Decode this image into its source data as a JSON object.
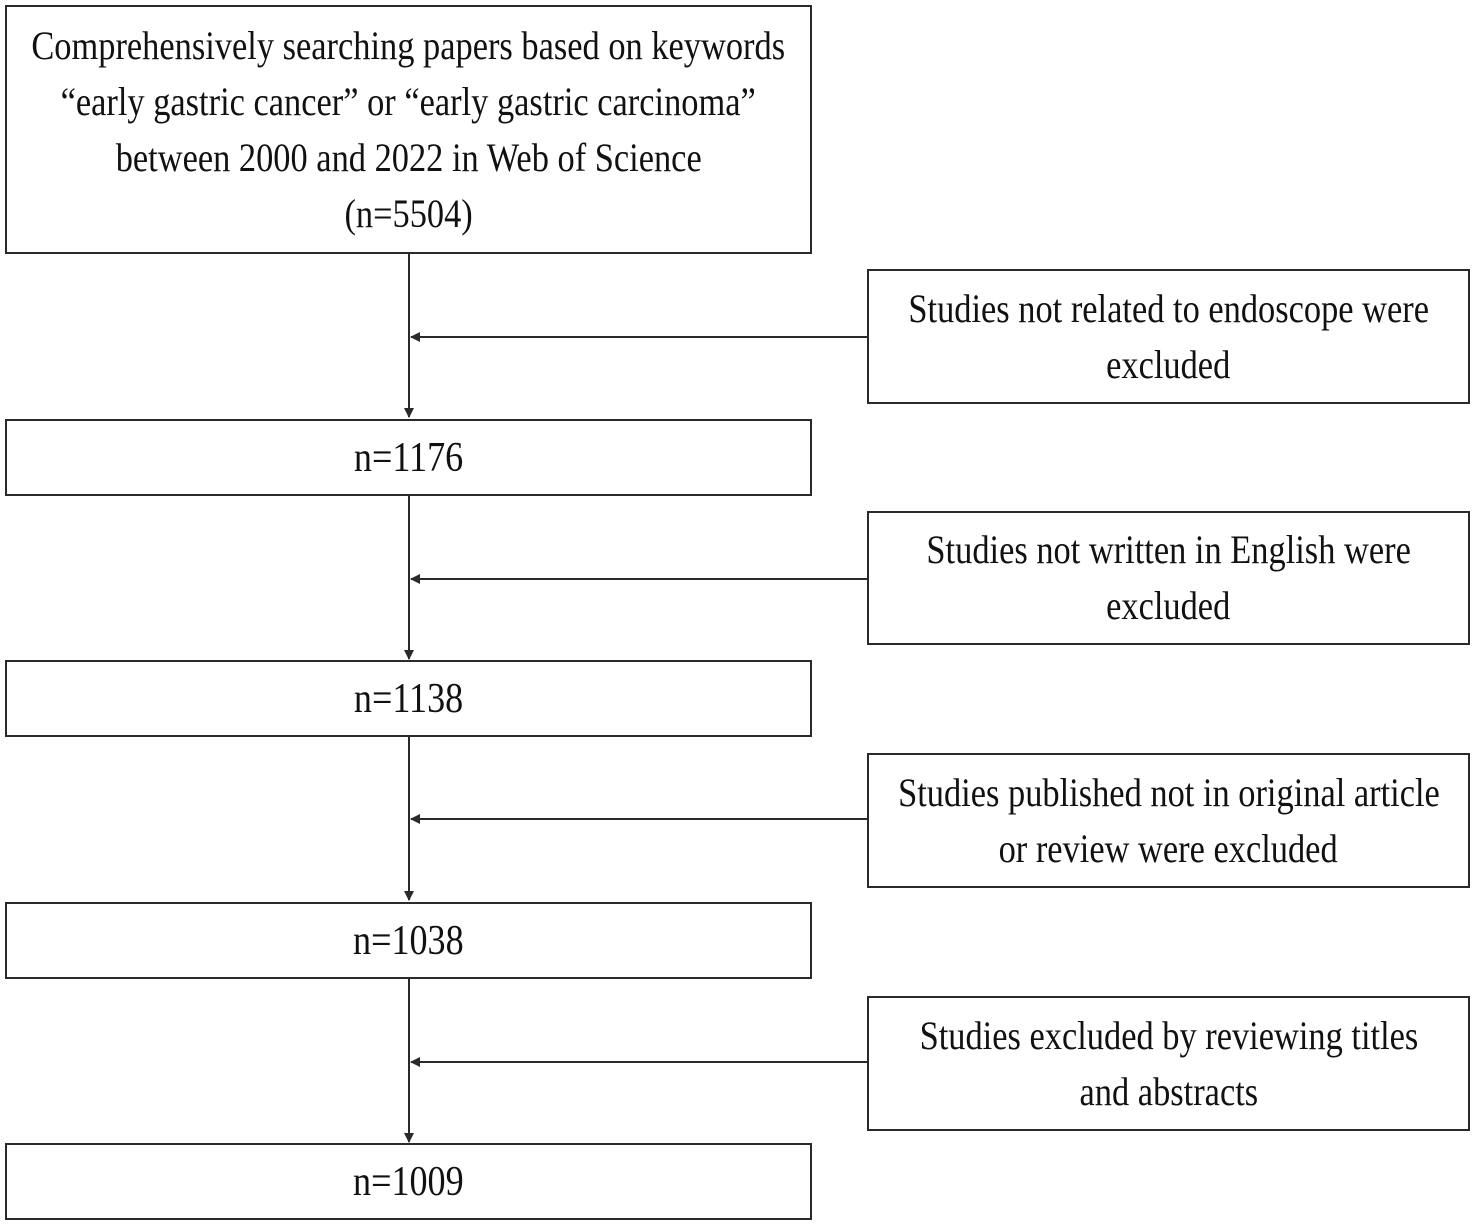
{
  "main_flow": {
    "search": {
      "lines": [
        "Comprehensively searching papers based on keywords",
        "“early gastric cancer” or “early gastric carcinoma”",
        "between 2000 and 2022 in Web of Science",
        "(n=5504)"
      ]
    },
    "step1": {
      "count": "n=1176"
    },
    "step2": {
      "count": "n=1138"
    },
    "step3": {
      "count": "n=1038"
    },
    "step4": {
      "count": "n=1009"
    }
  },
  "exclusions": {
    "ex1": {
      "lines": [
        "Studies not related to endoscope were",
        "excluded"
      ]
    },
    "ex2": {
      "lines": [
        "Studies not written in English were",
        "excluded"
      ]
    },
    "ex3": {
      "lines": [
        "Studies published not in original article",
        "or review were excluded"
      ]
    },
    "ex4": {
      "lines": [
        "Studies excluded by reviewing titles",
        "and abstracts"
      ]
    }
  },
  "colors": {
    "line": "#2a2a2a",
    "border": "#2a2a2a",
    "background": "#ffffff"
  }
}
